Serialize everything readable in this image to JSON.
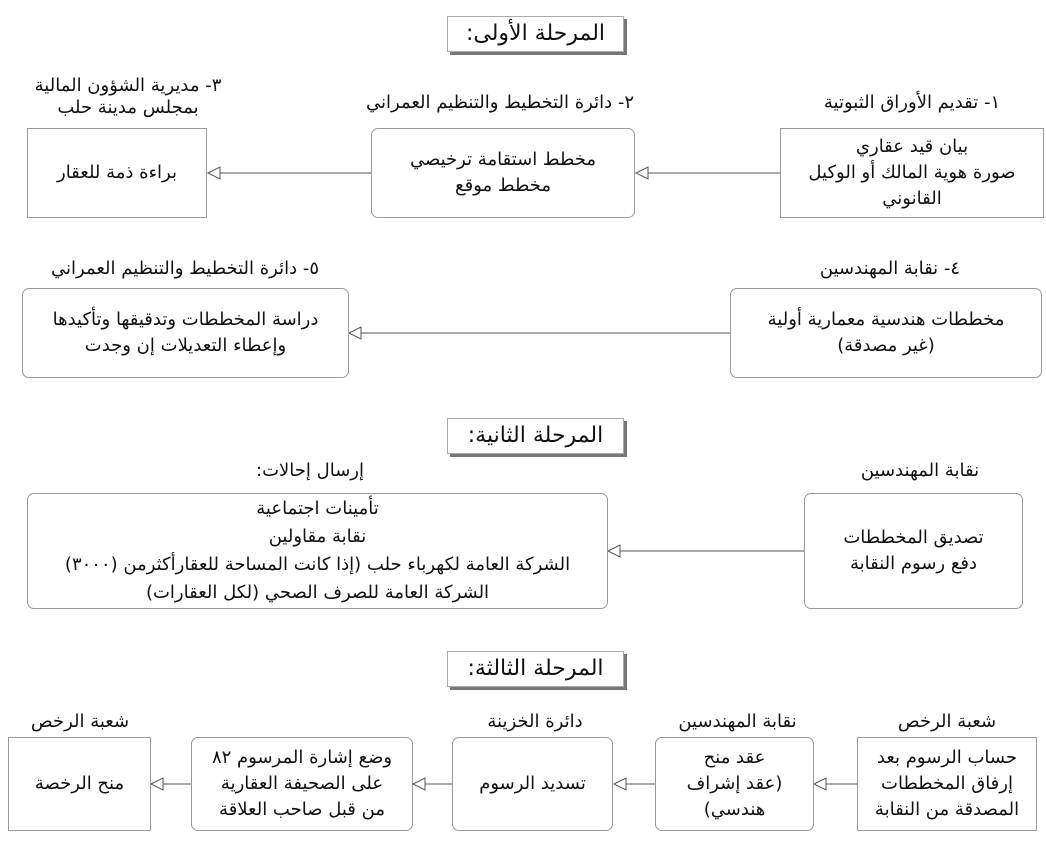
{
  "stages": [
    {
      "title": "المرحلة الأولى:"
    },
    {
      "title": "المرحلة الثانية:"
    },
    {
      "title": "المرحلة الثالثة:"
    }
  ],
  "stage1": {
    "row1": {
      "label1": "١- تقديم الأوراق الثبوتية",
      "box1": [
        "بيان قيد عقاري",
        "صورة هوية المالك أو الوكيل",
        "القانوني"
      ],
      "label2": "٢- دائرة التخطيط والتنظيم العمراني",
      "box2": [
        "مخطط استقامة ترخيصي",
        "مخطط موقع"
      ],
      "label3": [
        "٣- مديرية الشؤون المالية",
        "بمجلس مدينة حلب"
      ],
      "box3": [
        "براءة ذمة للعقار"
      ]
    },
    "row2": {
      "label4": "٤- نقابة المهندسين",
      "box4": [
        "مخططات هندسية معمارية أولية",
        "(غير مصدقة)"
      ],
      "label5": "٥- دائرة التخطيط والتنظيم العمراني",
      "box5": [
        "دراسة المخططات وتدقيقها وتأكيدها",
        "وإعطاء التعديلات إن وجدت"
      ]
    }
  },
  "stage2": {
    "label_right": "نقابة المهندسين",
    "box_right": [
      "تصديق المخططات",
      "دفع رسوم النقابة"
    ],
    "label_left": "إرسال إحالات:",
    "box_left": [
      "تأمينات اجتماعية",
      "نقابة مقاولين",
      "الشركة العامة لكهرباء حلب (إذا كانت المساحة للعقارأكثرمن (٣٠٠٠)",
      "الشركة العامة للصرف الصحي (لكل العقارات)"
    ]
  },
  "stage3": {
    "label1": "شعبة الرخص",
    "box1": [
      "حساب الرسوم بعد",
      "إرفاق المخططات",
      "المصدقة من النقابة"
    ],
    "label2": "نقابة المهندسين",
    "box2": [
      "عقد منح",
      "(عقد إشراف",
      "هندسي)"
    ],
    "label3": "دائرة الخزينة",
    "box3": [
      "تسديد الرسوم"
    ],
    "box4": [
      "وضع إشارة المرسوم ٨٢",
      "على الصحيفة العقارية",
      "من قبل صاحب العلاقة"
    ],
    "label5": "شعبة الرخص",
    "box5": [
      "منح الرخصة"
    ]
  }
}
